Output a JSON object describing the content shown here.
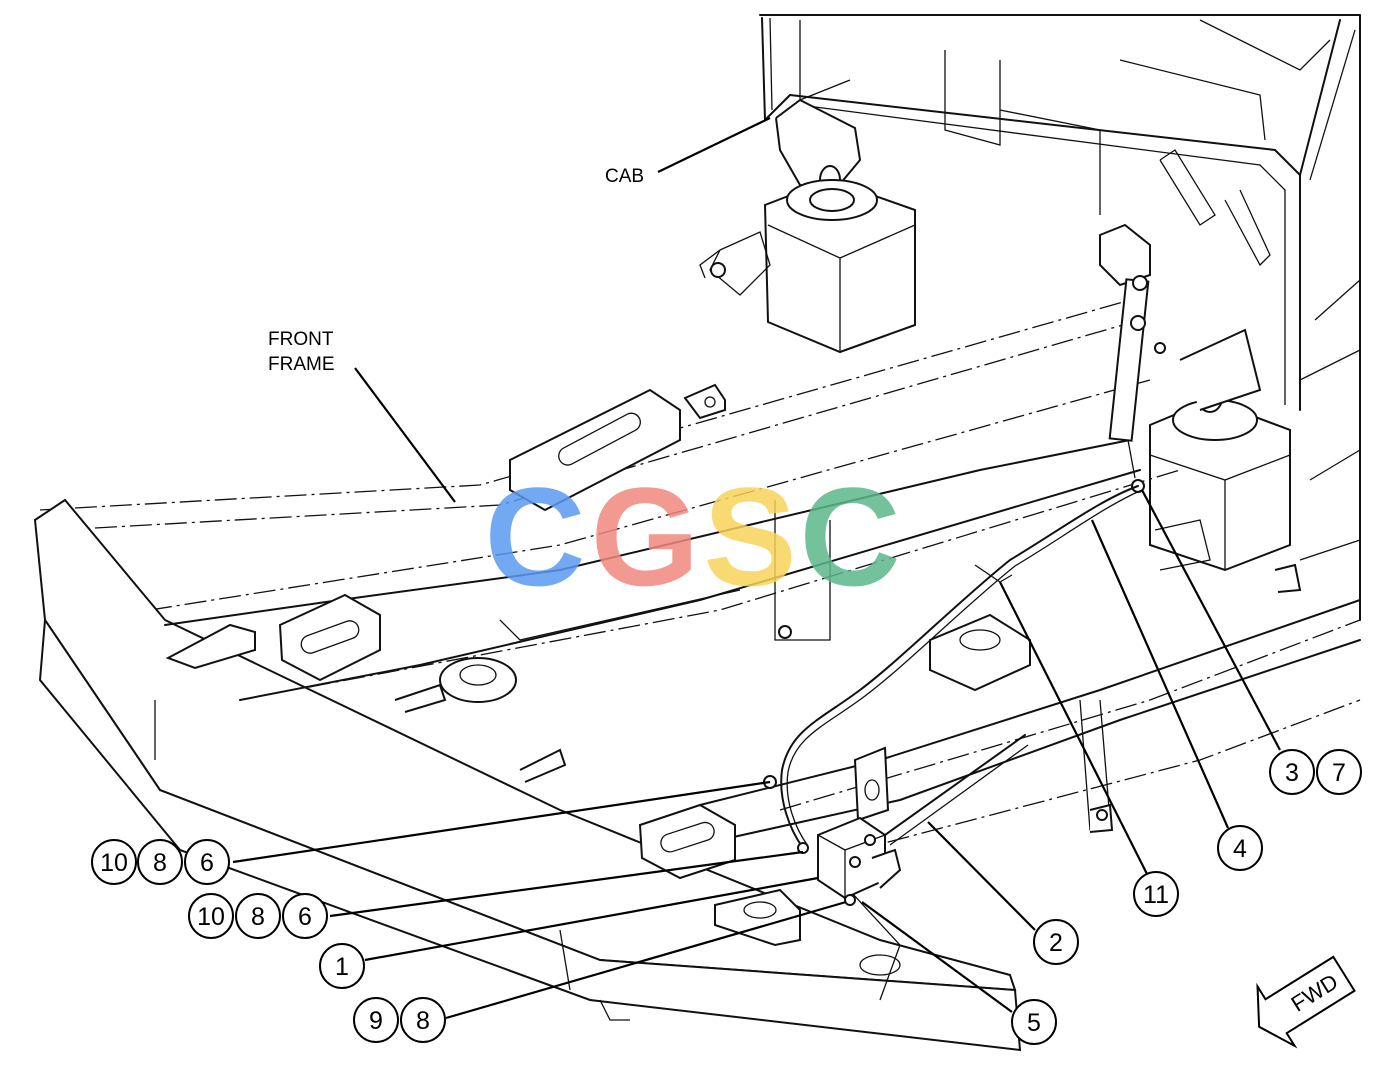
{
  "labels": {
    "cab": "CAB",
    "front_frame_line1": "FRONT",
    "front_frame_line2": "FRAME",
    "fwd": "FWD"
  },
  "watermark": {
    "letters": [
      "C",
      "G",
      "S",
      "C"
    ],
    "colors": [
      "#5b9bf0",
      "#f08880",
      "#f7d35a",
      "#5bb88a"
    ]
  },
  "callouts": {
    "row_10_8_6_a": [
      "10",
      "8",
      "6"
    ],
    "row_10_8_6_b": [
      "10",
      "8",
      "6"
    ],
    "item_1": "1",
    "row_9_8": [
      "9",
      "8"
    ],
    "item_5": "5",
    "item_2": "2",
    "item_11": "11",
    "item_4": "4",
    "row_3_7": [
      "3",
      "7"
    ]
  }
}
